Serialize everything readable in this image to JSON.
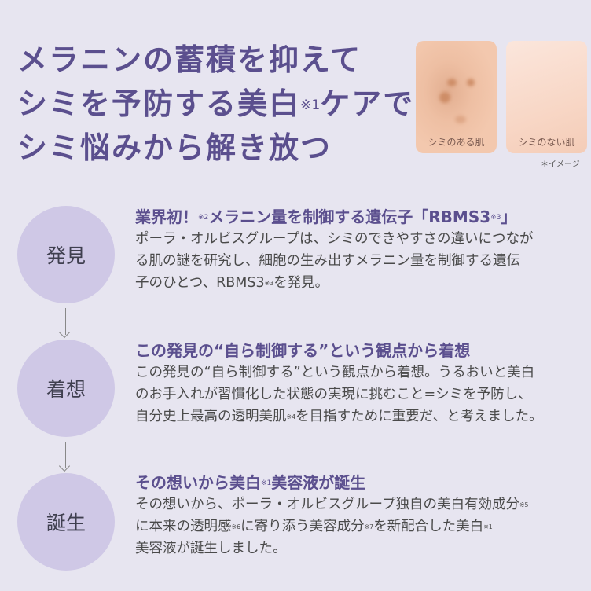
{
  "headline": [
    [
      {
        "t": "メラニンの蓄積を抑えて"
      }
    ],
    [
      {
        "t": "シミを予防する美白"
      },
      {
        "t": "※1",
        "sup": true
      },
      {
        "t": "ケアで"
      }
    ],
    [
      {
        "t": "シミ悩みから解き放つ"
      }
    ]
  ],
  "photos": {
    "with_spots": "シミのある肌",
    "without_spots": "シミのない肌",
    "note": "＊イメージ"
  },
  "steps": [
    {
      "label": "発見",
      "title": [
        {
          "t": "業界初！"
        },
        {
          "t": "※2",
          "sup": true
        },
        {
          "t": "メラニン量を制御する遺伝子「RBMS3"
        },
        {
          "t": "※3",
          "sup": true
        },
        {
          "t": "」"
        }
      ],
      "body": [
        [
          {
            "t": "ポーラ・オルビスグループは、シミのできやすさの違いにつなが"
          }
        ],
        [
          {
            "t": "る肌の謎を研究し、細胞の生み出すメラニン量を制御する遺伝"
          }
        ],
        [
          {
            "t": "子のひとつ、RBMS3"
          },
          {
            "t": "※3",
            "sup": true
          },
          {
            "t": "を発見。"
          }
        ]
      ]
    },
    {
      "label": "着想",
      "title": [
        {
          "t": "この発見の“自ら制御する”という観点から着想"
        }
      ],
      "body": [
        [
          {
            "t": "この発見の“自ら制御する”という観点から着想。うるおいと美白"
          }
        ],
        [
          {
            "t": "のお手入れが習慣化した状態の実現に挑むこと=シミを予防し、"
          }
        ],
        [
          {
            "t": "自分史上最高の透明美肌"
          },
          {
            "t": "※4",
            "sup": true
          },
          {
            "t": "を目指すために重要だ、と考えました。"
          }
        ]
      ]
    },
    {
      "label": "誕生",
      "title": [
        {
          "t": "その想いから美白"
        },
        {
          "t": "※1",
          "sup": true
        },
        {
          "t": "美容液が誕生"
        }
      ],
      "body": [
        [
          {
            "t": "その想いから、ポーラ・オルビスグループ独自の美白有効成分"
          },
          {
            "t": "※5",
            "sup": true
          }
        ],
        [
          {
            "t": "に本来の透明感"
          },
          {
            "t": "※6",
            "sup": true
          },
          {
            "t": "に寄り添う美容成分"
          },
          {
            "t": "※7",
            "sup": true
          },
          {
            "t": "を新配合した美白"
          },
          {
            "t": "※1",
            "sup": true
          }
        ],
        [
          {
            "t": "美容液が誕生しました。"
          }
        ]
      ]
    }
  ]
}
